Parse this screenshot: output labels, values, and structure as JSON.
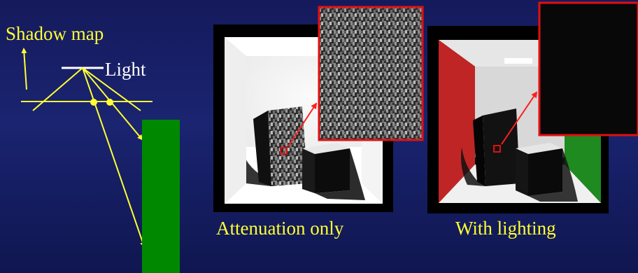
{
  "labels": {
    "shadow_map": "Shadow map",
    "light": "Light"
  },
  "captions": {
    "attenuation": "Attenuation  only",
    "with_lighting": "With lighting"
  },
  "colors": {
    "background": "#151a5c",
    "annotation": "#ffff33",
    "occluder": "#008800",
    "callout_border": "#e01010",
    "light_source": "#ffffff",
    "left_wall": "#c02525",
    "right_wall": "#1f8a1f"
  }
}
